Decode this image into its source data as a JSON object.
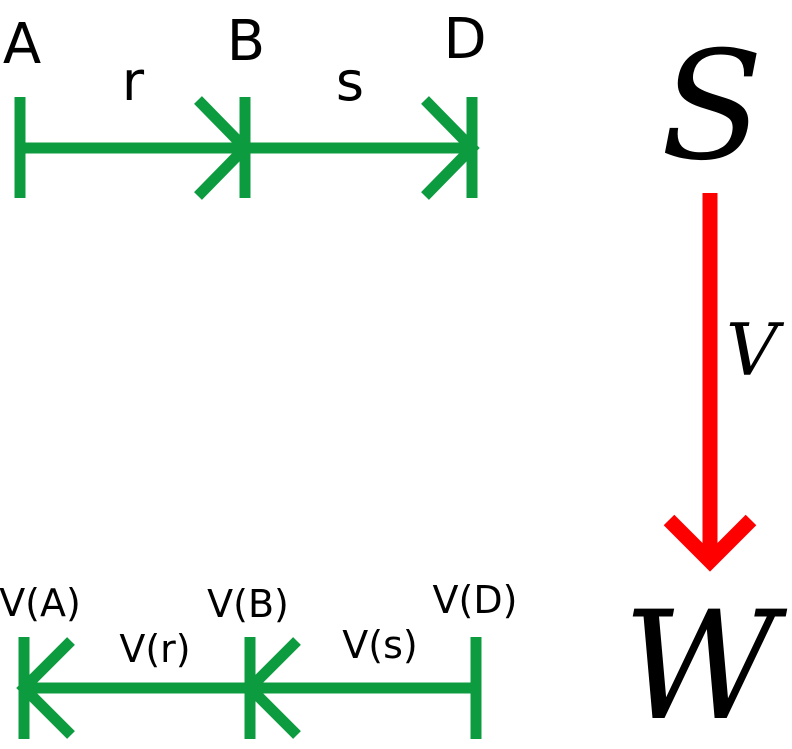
{
  "colors": {
    "arrow": "#0d9b3f",
    "functor": "#ff0000",
    "text": "#000000"
  },
  "top": {
    "objects": [
      "A",
      "B",
      "D"
    ],
    "morphisms": [
      "r",
      "s"
    ]
  },
  "bottom": {
    "objects": [
      "V(A)",
      "V(B)",
      "V(D)"
    ],
    "morphisms": [
      "V(r)",
      "V(s)"
    ]
  },
  "categories": {
    "source": "S",
    "target": "W"
  },
  "functor": {
    "label": "V"
  }
}
